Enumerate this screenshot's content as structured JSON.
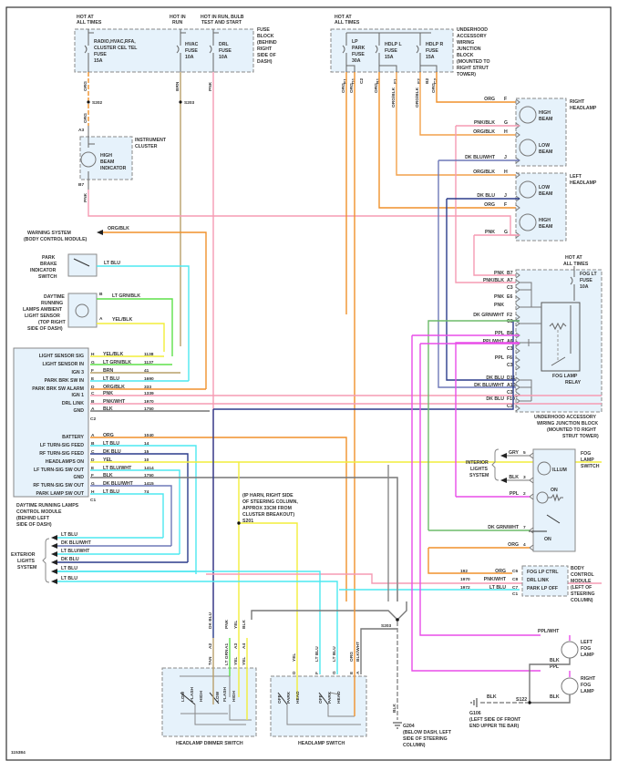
{
  "colors": {
    "ORG": "#f0912c",
    "PNK": "#f59bb3",
    "BRN": "#b8a06a",
    "LT_BLU": "#4de8f0",
    "LT_GRN": "#5ee04a",
    "YEL": "#f2ee3a",
    "DK_BLU": "#2b3c8c",
    "DK_BLU_WHT": "#6e79b8",
    "PPL": "#e84de8",
    "DK_GRN": "#6dbb6a",
    "BLK": "#6f6f6f",
    "component_fill": "#e6f2fb"
  },
  "fuse_block": {
    "hot_at_all_times": [
      "HOT AT",
      "ALL TIMES"
    ],
    "hot_in_run": [
      "HOT IN",
      "RUN"
    ],
    "hot_run_bulb": [
      "HOT IN RUN, BULB",
      "TEST AND START"
    ],
    "fuse1": [
      "RADIO,HVAC,RFA,",
      "CLUSTER CEL TEL",
      "FUSE",
      "15A"
    ],
    "fuse2": [
      "HVAC",
      "FUSE",
      "10A"
    ],
    "fuse3": [
      "DRL",
      "FUSE",
      "10A"
    ],
    "name": [
      "FUSE",
      "BLOCK",
      "(BEHIND",
      "RIGHT",
      "SIDE OF",
      "DASH)"
    ],
    "wire_org": "ORG",
    "wire_brn": "BRN",
    "wire_pnk": "PNK",
    "splice1": "S202",
    "splice2": "S203"
  },
  "instrument_cluster": {
    "name": [
      "INSTRUMENT",
      "CLUSTER"
    ],
    "indicator": [
      "HIGH",
      "BEAM",
      "INDICATOR"
    ],
    "pin_top": "A3",
    "pin_bottom": "B7",
    "wire_top": "ORG",
    "wire_bottom": "PNK"
  },
  "underhood_block": {
    "hot": [
      "HOT AT",
      "ALL TIMES"
    ],
    "fuse1": [
      "LP",
      "PARK",
      "FUSE",
      "30A"
    ],
    "fuse2": [
      "HDLP L",
      "FUSE",
      "15A"
    ],
    "fuse3": [
      "HDLP R",
      "FUSE",
      "15A"
    ],
    "name": [
      "UNDERHOOD",
      "ACCESSORY",
      "WIRING",
      "JUNCTION",
      "BLOCK",
      "(MOUNTED TO",
      "RIGHT STRUT",
      "TOWER)"
    ],
    "pins": [
      "E1",
      "D1",
      "C2",
      "B1",
      "F1",
      "E2",
      "B2",
      "C2"
    ],
    "wires": [
      "ORG",
      "ORG",
      "ORG",
      "ORG/BLK",
      "ORG/BLK",
      "ORG"
    ]
  },
  "right_headlamp": {
    "name": [
      "RIGHT",
      "HEADLAMP"
    ],
    "high": [
      "HIGH",
      "BEAM"
    ],
    "low": [
      "LOW",
      "BEAM"
    ],
    "pins": [
      {
        "wire": "ORG",
        "pin": "F"
      },
      {
        "wire": "PNK/BLK",
        "pin": "G"
      },
      {
        "wire": "ORG/BLK",
        "pin": "H"
      },
      {
        "wire": "DK BLU/WHT",
        "pin": "J"
      }
    ]
  },
  "left_headlamp": {
    "name": [
      "LEFT",
      "HEADLAMP"
    ],
    "low": [
      "LOW",
      "BEAM"
    ],
    "high": [
      "HIGH",
      "BEAM"
    ],
    "pins": [
      {
        "wire": "ORG/BLK",
        "pin": "H"
      },
      {
        "wire": "DK BLU",
        "pin": "J"
      },
      {
        "wire": "ORG",
        "pin": "F"
      },
      {
        "wire": "PNK",
        "pin": "G"
      }
    ]
  },
  "fog_relay_block": {
    "hot": [
      "HOT AT",
      "ALL TIMES"
    ],
    "fuse": [
      "FOG LT",
      "FUSE",
      "10A"
    ],
    "relay": [
      "FOG LAMP",
      "RELAY"
    ],
    "name": [
      "UNDERHOOD ACCESSORY",
      "WIRING JUNCTION BLOCK",
      "(MOUNTED TO RIGHT",
      "STRUT TOWER)"
    ],
    "pins": [
      {
        "wire": "PNK",
        "pin": "B7"
      },
      {
        "wire": "PNK/BLK",
        "pin": "A7"
      },
      {
        "wire": "",
        "pin": "C3"
      },
      {
        "wire": "PNK",
        "pin": "E6"
      },
      {
        "wire": "PNK",
        "pin": ""
      },
      {
        "wire": "DK GRN/WHT",
        "pin": "F2"
      },
      {
        "wire": "",
        "pin": "C3"
      },
      {
        "wire": "PPL",
        "pin": "B6"
      },
      {
        "wire": "PPL/WHT",
        "pin": "A6"
      },
      {
        "wire": "",
        "pin": "C3"
      },
      {
        "wire": "PPL",
        "pin": "F6"
      },
      {
        "wire": "",
        "pin": "C3"
      },
      {
        "wire": "DK BLU",
        "pin": "D11"
      },
      {
        "wire": "DK BLU/WHT",
        "pin": "A10"
      },
      {
        "wire": "",
        "pin": "C3"
      },
      {
        "wire": "DK BLU",
        "pin": "F10"
      },
      {
        "wire": "",
        "pin": "C3"
      }
    ]
  },
  "left_side": {
    "warning_system": [
      "WARNING SYSTEM",
      "(BODY CONTROL MODULE)"
    ],
    "warning_wire": "ORG/BLK",
    "park_brake": [
      "PARK",
      "BRAKE",
      "INDICATOR",
      "SWITCH"
    ],
    "park_brake_wire": "LT BLU",
    "drl_sensor": [
      "DAYTIME",
      "RUNNING",
      "LAMPS AMBIENT",
      "LIGHT SENSOR",
      "(TOP RIGHT",
      "SIDE OF DASH)"
    ],
    "sensor_pin_b": "B",
    "sensor_pin_a": "A",
    "sensor_wire_b": "LT GRN/BLK",
    "sensor_wire_a": "YEL/BLK"
  },
  "drl_module": {
    "name": [
      "DAYTIME RUNNING LAMPS",
      "CONTROL MODULE",
      "(BEHIND LEFT",
      "SIDE OF DASH)"
    ],
    "c2_rows": [
      {
        "label": "LIGHT SENSOR SIG",
        "pin": "H",
        "wire": "YEL/BLK",
        "circuit": "1138"
      },
      {
        "label": "LIGHT SENSOR IN",
        "pin": "G",
        "wire": "LT GRN/BLK",
        "circuit": "1137"
      },
      {
        "label": "IGN 3",
        "pin": "F",
        "wire": "BRN",
        "circuit": "41"
      },
      {
        "label": "PARK BRK SW IN",
        "pin": "E",
        "wire": "LT BLU",
        "circuit": "1690"
      },
      {
        "label": "PARK BRK SW ALARM",
        "pin": "D",
        "wire": "ORG/BLK",
        "circuit": "333"
      },
      {
        "label": "IGN 1",
        "pin": "C",
        "wire": "PNK",
        "circuit": "1339"
      },
      {
        "label": "DRL LINK",
        "pin": "B",
        "wire": "PNK/WHT",
        "circuit": "1970"
      },
      {
        "label": "GND",
        "pin": "A",
        "wire": "BLK",
        "circuit": "1750"
      }
    ],
    "c2": "C2",
    "c1_rows": [
      {
        "label": "BATTERY",
        "pin": "A",
        "wire": "ORG",
        "circuit": "1040"
      },
      {
        "label": "LF TURN-SIG FEED",
        "pin": "B",
        "wire": "LT BLU",
        "circuit": "14"
      },
      {
        "label": "RF TURN-SIG FEED",
        "pin": "C",
        "wire": "DK BLU",
        "circuit": "15"
      },
      {
        "label": "HEADLAMPS ON",
        "pin": "D",
        "wire": "YEL",
        "circuit": "10"
      },
      {
        "label": "LF TURN-SIG SW OUT",
        "pin": "E",
        "wire": "LT BLU/WHT",
        "circuit": "1414"
      },
      {
        "label": "GND",
        "pin": "F",
        "wire": "BLK",
        "circuit": "1750"
      },
      {
        "label": "RF TURN-SIG SW OUT",
        "pin": "G",
        "wire": "DK BLU/WHT",
        "circuit": "1415"
      },
      {
        "label": "PARK LAMP SW OUT",
        "pin": "H",
        "wire": "LT BLU",
        "circuit": "74"
      }
    ],
    "c1": "C1"
  },
  "exterior_lights": {
    "name": [
      "EXTERIOR",
      "LIGHTS",
      "SYSTEM"
    ],
    "wires": [
      "LT BLU",
      "DK BLU/WHT",
      "LT BLU/WHT",
      "DK BLU",
      "LT BLU",
      "LT BLU"
    ]
  },
  "splice_s201": [
    "(IP HARN, RIGHT SIDE",
    "OF STEERING COLUMN,",
    "APPROX 33CM FROM",
    "CLUSTER BREAKOUT)",
    "S201"
  ],
  "dimmer_switch": {
    "name": "HEADLAMP DIMMER SWITCH",
    "top_wires": [
      "DK BLU",
      "PNK",
      "YEL",
      "BLK"
    ],
    "pins": [
      "A2",
      "A1",
      "A3",
      "A4"
    ],
    "bottom_wires": [
      "TAN",
      "LT GRN",
      "YEL",
      "YEL"
    ],
    "positions": [
      "LOW",
      "FLASH",
      "HIGH",
      "LOW",
      "FLASH",
      "HIGH"
    ]
  },
  "headlamp_switch": {
    "name": "HEADLAMP SWITCH",
    "wires": [
      "YEL",
      "LT BLU",
      "LT BLU",
      "ORG",
      "BLK/WHT"
    ],
    "pins": [
      "D",
      "F",
      "G",
      "E",
      "A"
    ],
    "positions": [
      "OFF",
      "PARK",
      "HEAD",
      "OFF",
      "PARK",
      "HEAD"
    ]
  },
  "ground": {
    "s203": "S203",
    "blk": "BLK",
    "g204": [
      "G204",
      "(BELOW DASH, LEFT",
      "SIDE OF STEERING",
      "COLUMN)"
    ],
    "g106": [
      "G106",
      "(LEFT SIDE OF FRONT",
      "END UPPER TIE BAR)"
    ],
    "s122": "S122"
  },
  "fog_switch": {
    "name": [
      "FOG",
      "LAMP",
      "SWITCH"
    ],
    "interior": [
      "INTERIOR",
      "LIGHTS",
      "SYSTEM"
    ],
    "illum": "ILLUM",
    "on1": "ON",
    "on2": "ON",
    "pins": [
      {
        "wire": "GRY",
        "pin": "5"
      },
      {
        "wire": "BLK",
        "pin": "3"
      },
      {
        "wire": "PPL",
        "pin": "2"
      },
      {
        "wire": "DK GRN/WHT",
        "pin": "7"
      },
      {
        "wire": "ORG",
        "pin": "4"
      }
    ]
  },
  "bcm": {
    "name": [
      "BODY",
      "CONTROL",
      "MODULE",
      "(LEFT OF",
      "STEERING",
      "COLUMN)"
    ],
    "rows": [
      {
        "circuit": "192",
        "wire": "ORG",
        "pin": "C6",
        "label": "FOG LP CTRL"
      },
      {
        "circuit": "1970",
        "wire": "PNK/WHT",
        "pin": "C8",
        "label": "DRL LINK"
      },
      {
        "circuit": "1972",
        "wire": "LT BLU",
        "pin": "C7",
        "label": "PARK LP OFF"
      },
      {
        "circuit": "",
        "wire": "",
        "pin": "C1",
        "label": ""
      }
    ]
  },
  "fog_lamps": {
    "left": [
      "LEFT",
      "FOG",
      "LAMP"
    ],
    "right": [
      "RIGHT",
      "FOG",
      "LAMP"
    ],
    "wire_left": "PPL/WHT",
    "wire_right": "PPL",
    "blk1": "BLK",
    "blk2": "BLK",
    "blk3": "BLK"
  },
  "figure_id": "115384"
}
